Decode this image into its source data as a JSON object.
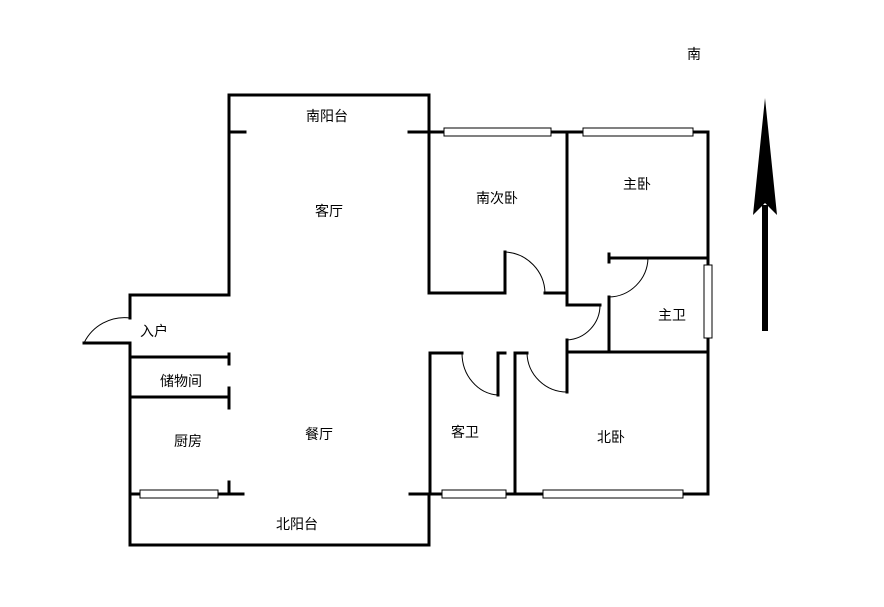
{
  "compass": {
    "direction_label": "南"
  },
  "rooms": {
    "south_balcony": "南阳台",
    "living_room": "客厅",
    "south_second_bedroom": "南次卧",
    "master_bedroom": "主卧",
    "master_bathroom": "主卫",
    "entrance": "入户",
    "storage_room": "储物间",
    "kitchen": "厨房",
    "dining_room": "餐厅",
    "guest_bathroom": "客卫",
    "north_bedroom": "北卧",
    "north_balcony": "北阳台"
  }
}
